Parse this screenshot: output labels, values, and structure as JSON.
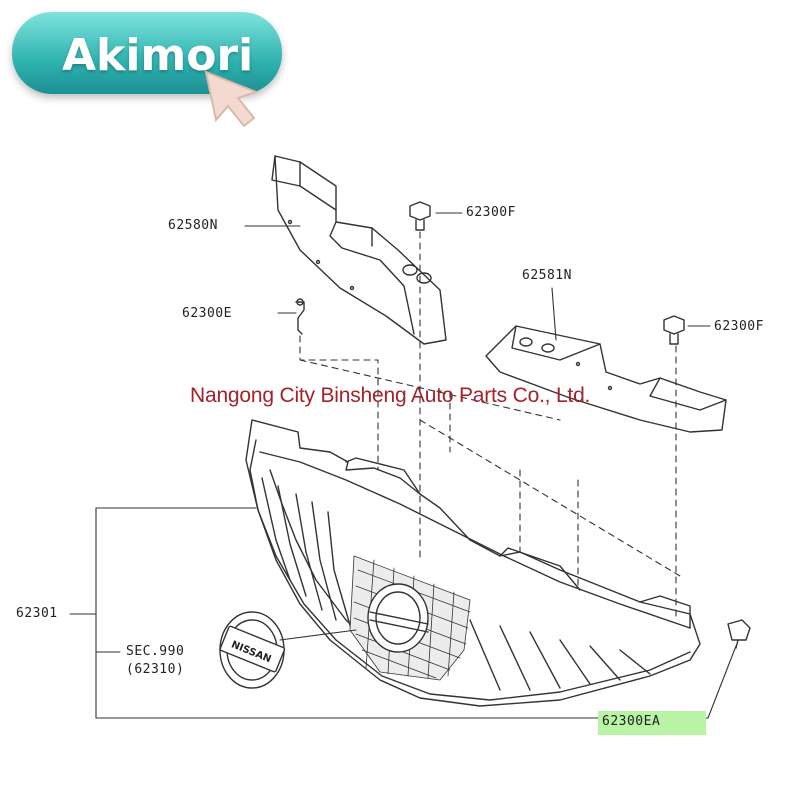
{
  "brand": {
    "name": "Akimori",
    "cursor_icon": "hand-pointer-icon"
  },
  "watermark": "Nangong City Binsheng Auto Parts Co., Ltd.",
  "emblem_text": "NISSAN",
  "labels": {
    "p62580N": "62580N",
    "p62300F_top": "62300F",
    "p62581N": "62581N",
    "p62300E": "62300E",
    "p62300F_right": "62300F",
    "p62301": "62301",
    "sec": "SEC.990",
    "sec_sub": "(62310)",
    "p62300EA": "62300EA"
  },
  "colors": {
    "brand_teal": "#2fb3b0",
    "watermark_red": "#a3232a",
    "highlight_green": "#b9f3a6",
    "line": "#333333"
  }
}
